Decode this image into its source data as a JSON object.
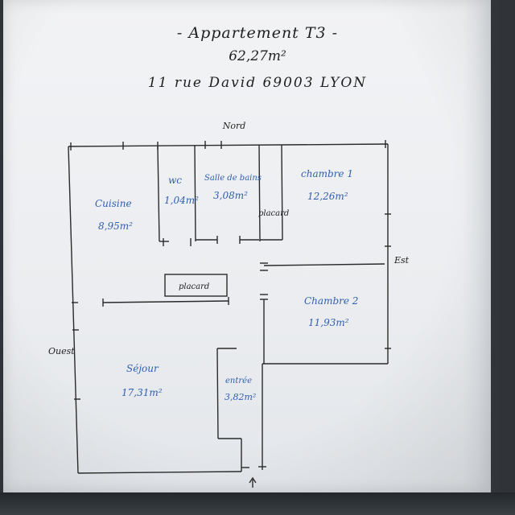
{
  "header": {
    "title": "- Appartement T3 -",
    "surface": "62,27m²",
    "address": "11 rue David 69003 LYON"
  },
  "compass": {
    "north": "Nord",
    "east": "Est",
    "west": "Ouest"
  },
  "rooms": {
    "kitchen": {
      "name": "Cuisine",
      "area": "8,95m²"
    },
    "wc": {
      "name": "wc",
      "area": "1,04m²"
    },
    "bathroom": {
      "name": "Salle de bains",
      "area": "3,08m²"
    },
    "bedroom1": {
      "name": "chambre 1",
      "area": "12,26m²"
    },
    "bedroom2": {
      "name": "Chambre 2",
      "area": "11,93m²"
    },
    "living": {
      "name": "Séjour",
      "area": "17,31m²"
    },
    "entrance": {
      "name": "entrée",
      "area": "3,82m²"
    }
  },
  "closets": {
    "bathroom_closet": "placard",
    "hall_closet": "placard"
  },
  "colors": {
    "ink": "#2a2a2a",
    "room_text": "#2f5fb0",
    "paper": "#eef0f3"
  },
  "icons": {
    "entrance_arrow": "arrow-up-icon"
  }
}
